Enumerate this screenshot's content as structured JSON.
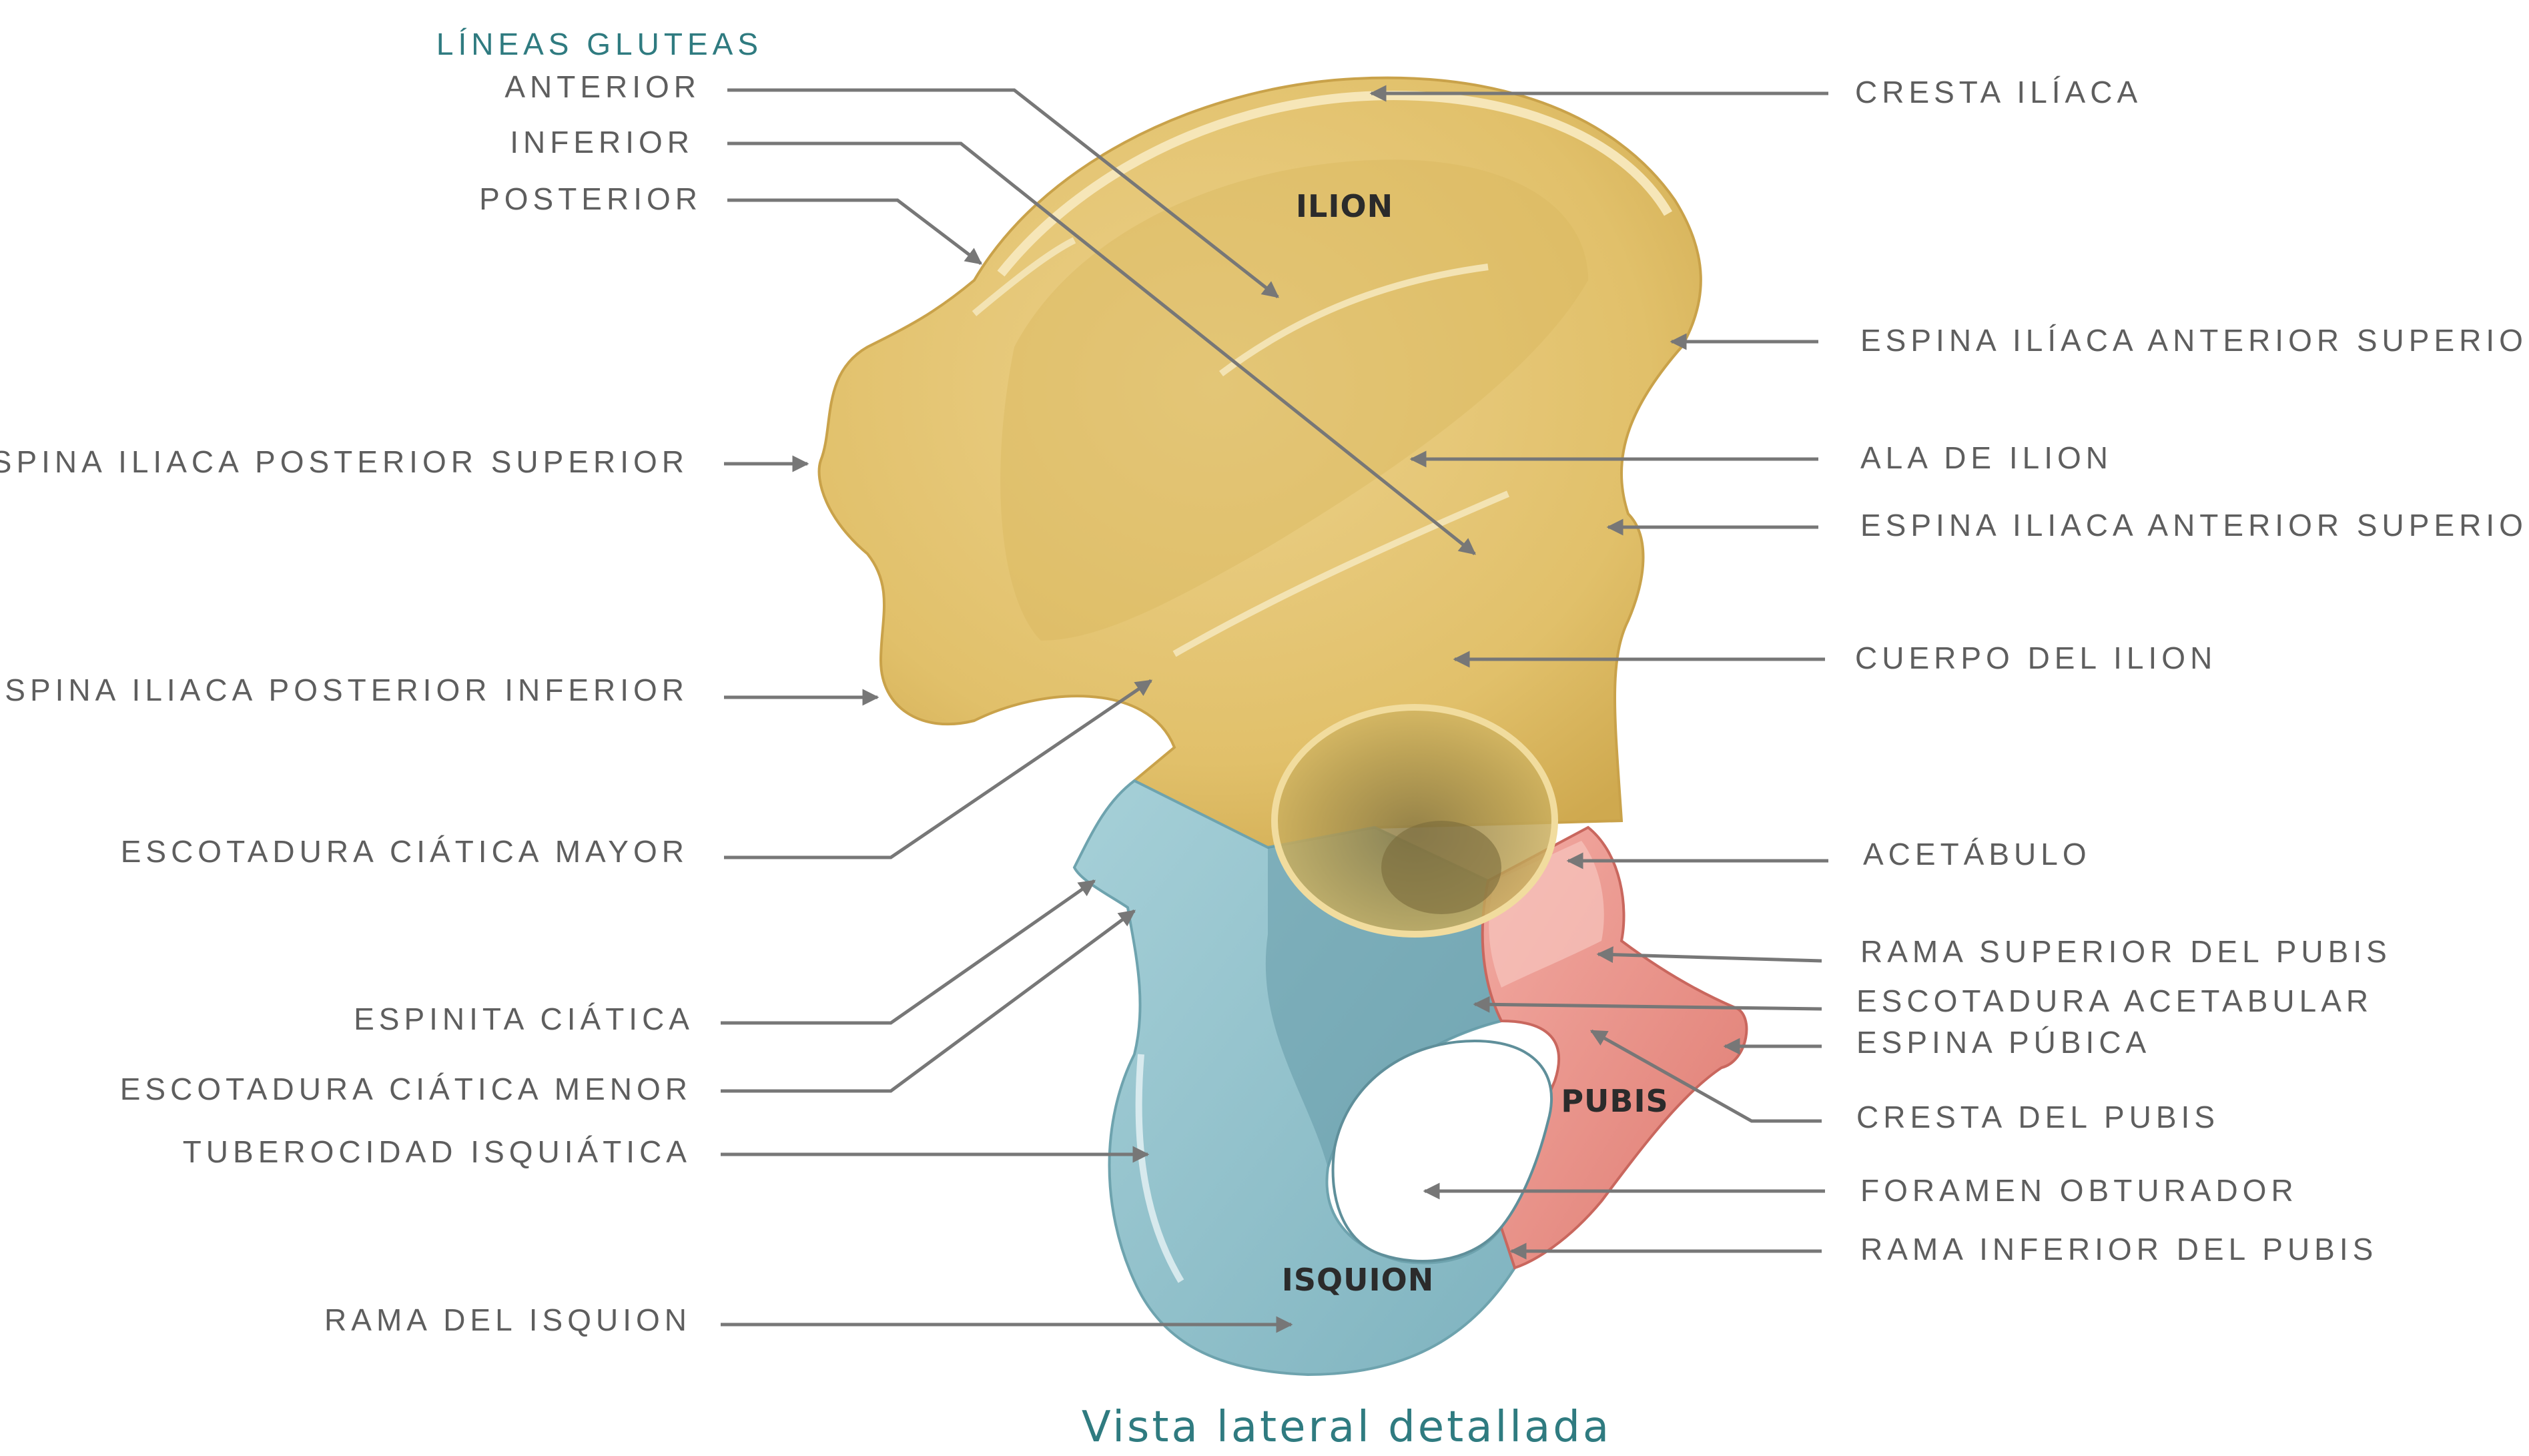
{
  "heading": "LÍNEAS GLUTEAS",
  "caption": "Vista lateral detallada",
  "regions": {
    "ilion": "ILION",
    "isquion": "ISQUION",
    "pubis": "PUBIS"
  },
  "colors": {
    "ilion": "#e3c36f",
    "isquion": "#8fc1cc",
    "pubis": "#e88e84",
    "accent": "#2f7b80",
    "label": "#5e5e5e",
    "leader": "#777777"
  },
  "labels_left": [
    "ANTERIOR",
    "INFERIOR",
    "POSTERIOR",
    "ESPINA ILIACA POSTERIOR SUPERIOR",
    "ESPINA ILIACA POSTERIOR INFERIOR",
    "ESCOTADURA CIÁTICA MAYOR",
    "ESPINITA CIÁTICA",
    "ESCOTADURA CIÁTICA MENOR",
    "TUBEROCIDAD ISQUIÁTICA",
    "RAMA DEL ISQUION"
  ],
  "labels_right": [
    "CRESTA  ILÍACA",
    "ESPINA ILÍACA ANTERIOR SUPERIOR",
    "ALA DE ILION",
    "ESPINA ILIACA ANTERIOR SUPERIOR",
    "CUERPO DEL ILION",
    "ACETÁBULO",
    "RAMA SUPERIOR DEL PUBIS",
    "ESCOTADURA ACETABULAR",
    "ESPINA PÚBICA",
    "CRESTA DEL PUBIS",
    "FORAMEN OBTURADOR",
    "RAMA INFERIOR  DEL PUBIS"
  ]
}
